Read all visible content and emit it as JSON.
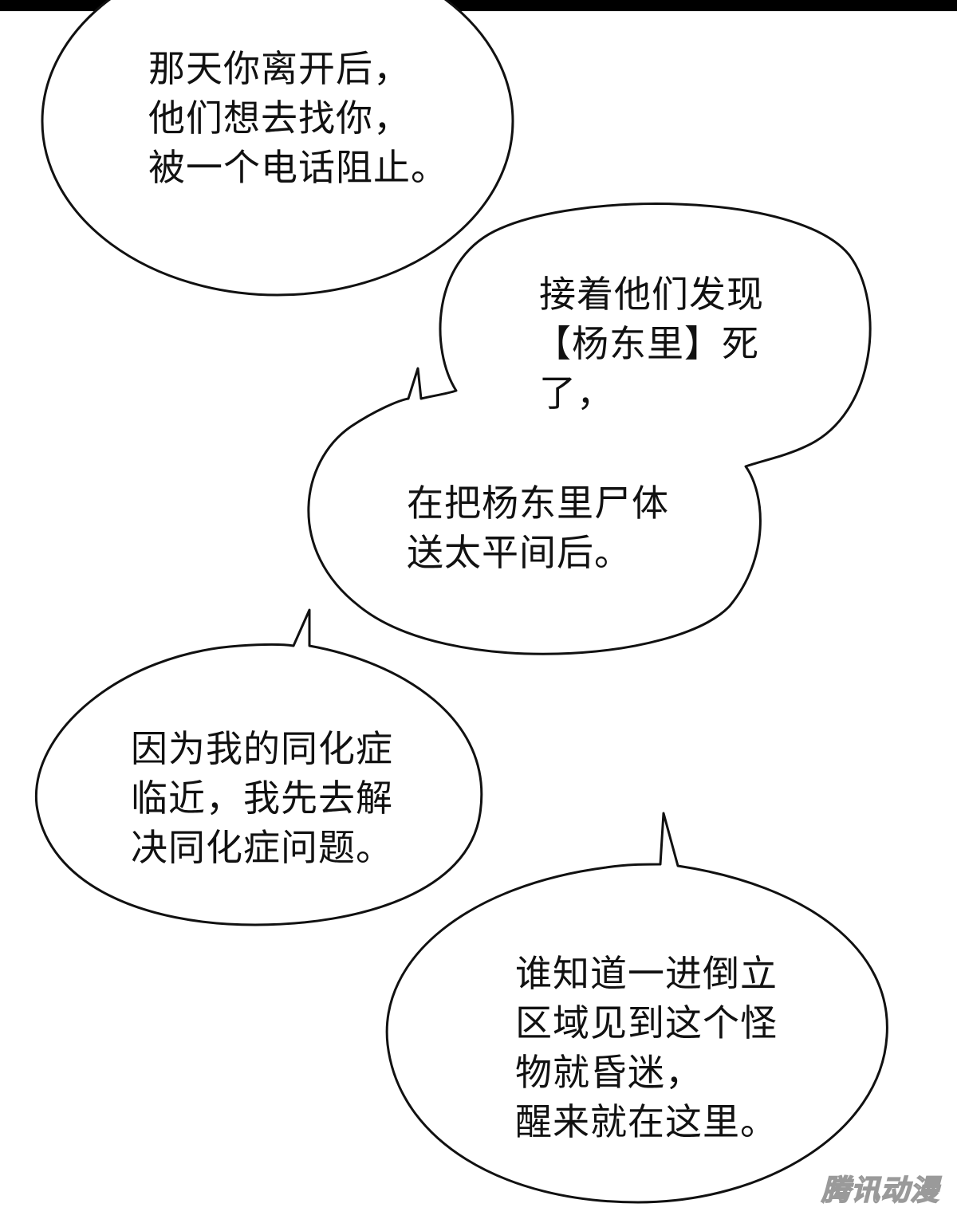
{
  "bubbles": [
    {
      "id": "bubble-1",
      "lines": [
        "那天你离开后，",
        "他们想去找你，",
        "被一个电话阻止。"
      ]
    },
    {
      "id": "bubble-2",
      "lines": [
        "接着他们发现",
        "【杨东里】死",
        "了，"
      ]
    },
    {
      "id": "bubble-3",
      "lines": [
        "在把杨东里尸体",
        "送太平间后。"
      ]
    },
    {
      "id": "bubble-4",
      "lines": [
        "因为我的同化症",
        "临近，我先去解",
        "决同化症问题。"
      ]
    },
    {
      "id": "bubble-5",
      "lines": [
        "谁知道一进倒立",
        "区域见到这个怪",
        "物就昏迷，",
        "醒来就在这里。"
      ]
    }
  ],
  "watermark": "腾讯动漫",
  "colors": {
    "background": "#ffffff",
    "outline": "#111111",
    "text": "#111111"
  }
}
